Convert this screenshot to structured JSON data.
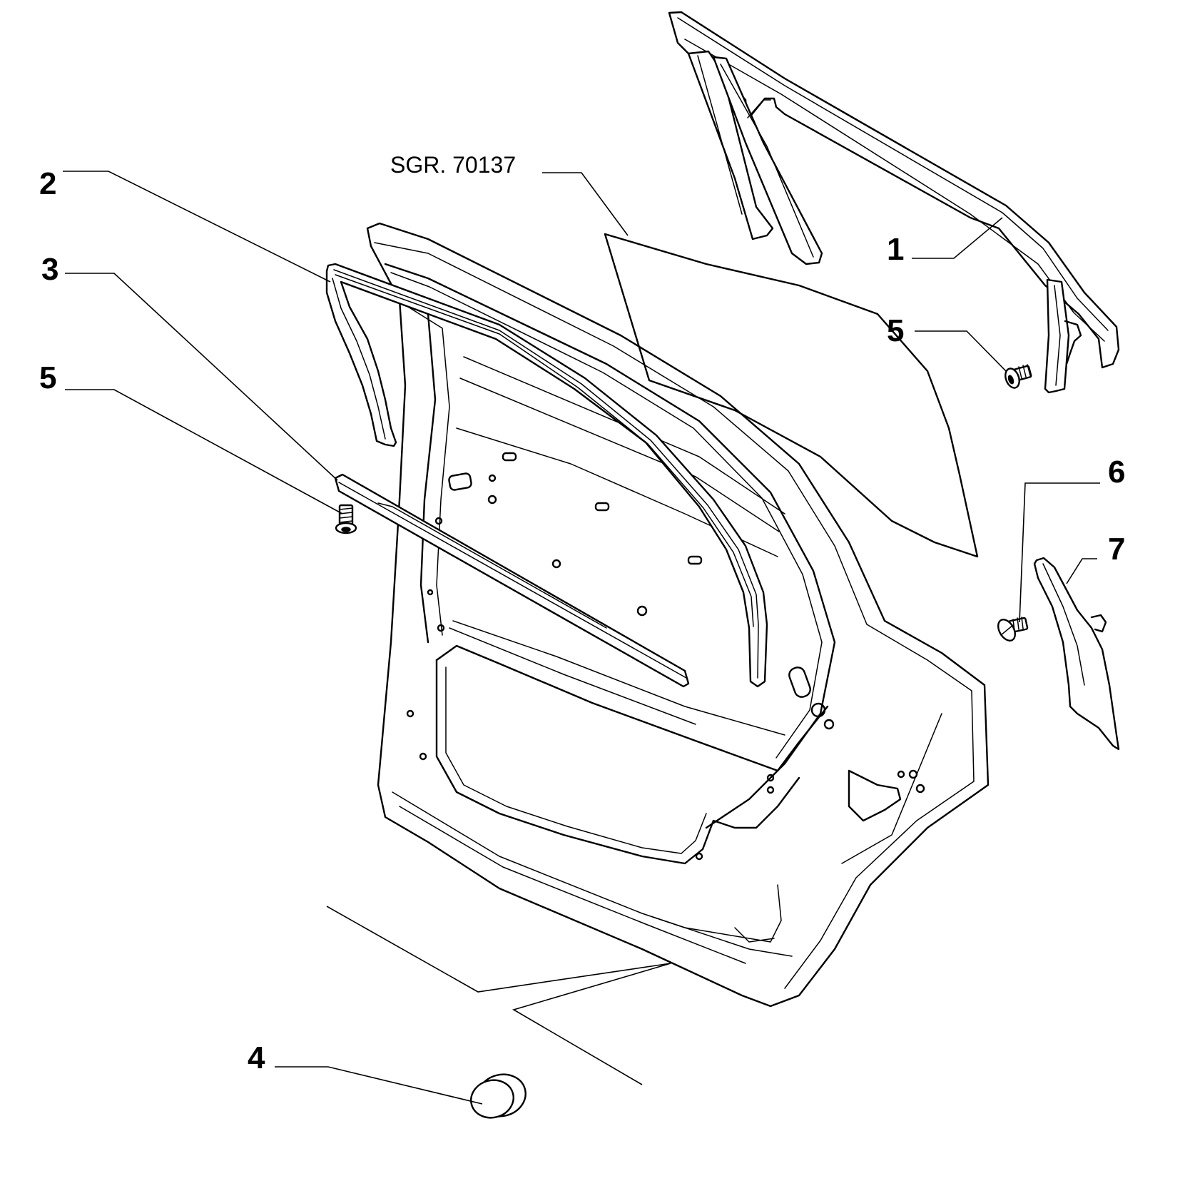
{
  "reference": "SGR. 70137",
  "callouts": [
    "1",
    "2",
    "3",
    "5",
    "5",
    "6",
    "7",
    "4"
  ]
}
